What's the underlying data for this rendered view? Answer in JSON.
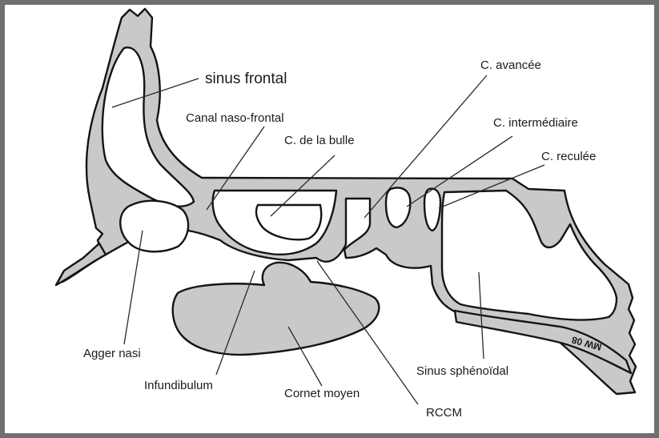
{
  "labels": {
    "sinus_frontal": "sinus frontal",
    "canal_naso_frontal": "Canal naso-frontal",
    "c_de_la_bulle": "C. de la bulle",
    "c_avancee": "C. avancée",
    "c_intermediaire": "C. intermédiaire",
    "c_reculee": "C. reculée",
    "agger_nasi": "Agger nasi",
    "infundibulum": "Infundibulum",
    "cornet_moyen": "Cornet moyen",
    "rccm": "RCCM",
    "sinus_sphenoidal": "Sinus sphénoïdal",
    "signature": "MW 08"
  },
  "colors": {
    "frame": "#6f6f6f",
    "bone_fill": "#c9c9c9",
    "outline": "#141414"
  }
}
